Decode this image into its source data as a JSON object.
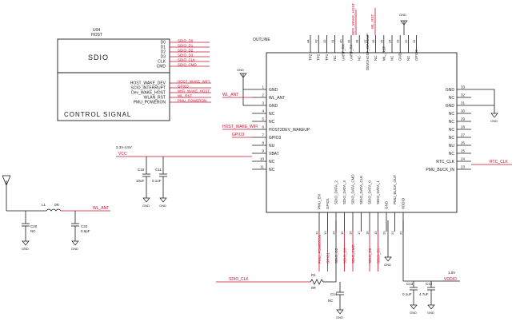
{
  "host": {
    "ref": "U04",
    "name": "HOST",
    "sdio_title": "SDIO",
    "control_title": "CONTROL  SIGNAL",
    "sdio_pins": [
      "D0",
      "D1",
      "D2",
      "D3",
      "CLK",
      "CMD"
    ],
    "sdio_nets": [
      "SDIO_D0",
      "SDIO_D1",
      "SDIO_D2",
      "SDIO_D3",
      "SDIO_CLK",
      "SDIO_CMD"
    ],
    "ctrl_pins": [
      "HOST_WAKE_DEV",
      "SCIO_INTERRUPT",
      "Dev_WAKE_HOST",
      "WLAN_RST",
      "PMU_POWERON"
    ],
    "ctrl_nets": [
      "HOST_WAKE_WIFI",
      "GPIO3",
      "WIFI_WAKE_HOST",
      "WL_RST",
      "PMU_POWERON"
    ]
  },
  "module": {
    "outline_label": "OUTLINE",
    "left_pins": [
      {
        "num": "1",
        "name": "GND"
      },
      {
        "num": "2",
        "name": "WL_ANT"
      },
      {
        "num": "3",
        "name": "GND"
      },
      {
        "num": "4",
        "name": "NC"
      },
      {
        "num": "5",
        "name": "NC"
      },
      {
        "num": "6",
        "name": "HOST2DEV_WAKEUP"
      },
      {
        "num": "7",
        "name": "GPIO3"
      },
      {
        "num": "8",
        "name": "NU"
      },
      {
        "num": "9",
        "name": "VBAT"
      },
      {
        "num": "10",
        "name": "NC"
      },
      {
        "num": "11",
        "name": "NC"
      }
    ],
    "right_pins": [
      {
        "num": "33",
        "name": "GND"
      },
      {
        "num": "32",
        "name": "NC"
      },
      {
        "num": "31",
        "name": "GND"
      },
      {
        "num": "30",
        "name": "NC"
      },
      {
        "num": "29",
        "name": "NC"
      },
      {
        "num": "28",
        "name": "NC"
      },
      {
        "num": "27",
        "name": "NC"
      },
      {
        "num": "26",
        "name": "NU"
      },
      {
        "num": "25",
        "name": "NC"
      },
      {
        "num": "24",
        "name": "RTC_CLK"
      },
      {
        "num": "23",
        "name": "PMU_BUCK_IN"
      }
    ],
    "top_pins": [
      {
        "num": "44",
        "name": "TP2"
      },
      {
        "num": "43",
        "name": "TP2"
      },
      {
        "num": "42",
        "name": "TP1"
      },
      {
        "num": "41",
        "name": "NC"
      },
      {
        "num": "40",
        "name": "UART_RX"
      },
      {
        "num": "39",
        "name": "UART_TX"
      },
      {
        "num": "38",
        "name": "NC"
      },
      {
        "num": "37",
        "name": "DEV2HOST_WAKEUP"
      },
      {
        "num": "36",
        "name": "NC"
      },
      {
        "num": "35",
        "name": "WL_RST"
      },
      {
        "num": "34",
        "name": "NC"
      },
      {
        "num": "33",
        "name": "GND"
      },
      {
        "num": "32",
        "name": "NC"
      },
      {
        "num": "31",
        "name": "GPIO2"
      }
    ],
    "bottom_pins": [
      {
        "num": "12",
        "name": "PMU_EN"
      },
      {
        "num": "13",
        "name": "GPIO1"
      },
      {
        "num": "14",
        "name": "SDIO_DATA_2"
      },
      {
        "num": "15",
        "name": "SDIO_DATA_3"
      },
      {
        "num": "16",
        "name": "SDIO_DATA_CMD"
      },
      {
        "num": "17",
        "name": "SDIO_DATA_CLK"
      },
      {
        "num": "18",
        "name": "SDIO_DATA_0"
      },
      {
        "num": "19",
        "name": "SDIO_DATA_1"
      },
      {
        "num": "20",
        "name": "GND"
      },
      {
        "num": "21",
        "name": "PMU_BUCK_OUT"
      },
      {
        "num": "22",
        "name": "VDDIO"
      }
    ]
  },
  "nets": {
    "wl_ant_left": "WL_ANT",
    "wl_ant_rf": "WL_ANT",
    "host_wake": "HOST_WAKE_WIFI",
    "gpio3": "GPIO3",
    "vcc": "VCC",
    "vcc_range": "3.3V-4.5V",
    "wifi_wake_host": "WIFI_WAKE_HOST",
    "wl_rst": "WL_RST",
    "rtc_clk": "RTC_CLK",
    "sdio_clk": "SDIO_CLK",
    "vddio": "VDDIO",
    "v18": "1.8V",
    "bottom_nets": [
      "PMU_POWERON",
      "GPIO1",
      "SDIO_D2",
      "SDIO_D3",
      "SDIO_CMD",
      "SDIO_D0",
      "SDIO_D1"
    ]
  },
  "parts": {
    "c10": {
      "ref": "C10",
      "val": "10uF"
    },
    "c11": {
      "ref": "C11",
      "val": "0.1uF"
    },
    "c20": {
      "ref": "C20",
      "val": "NC"
    },
    "c22": {
      "ref": "C22",
      "val": "0.5pF"
    },
    "l1": {
      "ref": "L1",
      "val": "0R"
    },
    "r1": {
      "ref": "R1",
      "val": "0R"
    },
    "c14": {
      "ref": "C14",
      "val": "NC"
    },
    "c13": {
      "ref": "C13",
      "val": "0.1uF"
    },
    "c12": {
      "ref": "C12",
      "val": "4.7uF"
    }
  },
  "gnd_label": "GND"
}
